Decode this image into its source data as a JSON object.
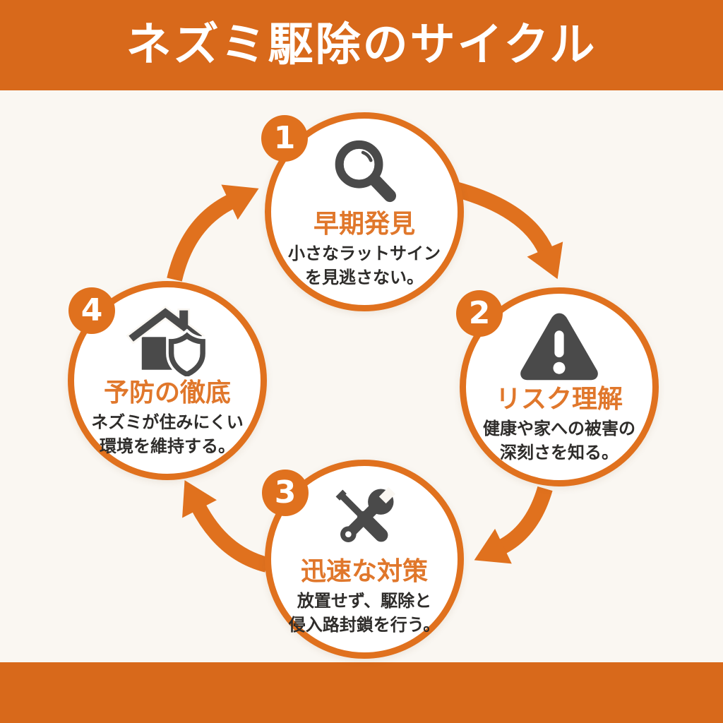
{
  "title": "ネズミ駆除のサイクル",
  "steps": [
    {
      "number": "1",
      "heading": "早期発見",
      "desc_line1": "小さなラットサイン",
      "desc_line2": "を見逃さない。",
      "icon": "magnifier-icon"
    },
    {
      "number": "2",
      "heading": "リスク理解",
      "desc_line1": "健康や家への被害の",
      "desc_line2": "深刻さを知る。",
      "icon": "warning-icon"
    },
    {
      "number": "3",
      "heading": "迅速な対策",
      "desc_line1": "放置せず、駆除と",
      "desc_line2": "侵入路封鎖を行う。",
      "icon": "tools-icon"
    },
    {
      "number": "4",
      "heading": "予防の徹底",
      "desc_line1": "ネズミが住みにくい",
      "desc_line2": "環境を維持する。",
      "icon": "house-shield-icon"
    }
  ],
  "colors": {
    "banner_orange": "#D8691B",
    "accent_orange": "#E0711E",
    "heading_orange": "#E0772B",
    "icon_gray": "#4A4A4A",
    "body_text": "#2E2C2A",
    "background": "#FAF7F2",
    "circle_fill": "#FFFFFF",
    "title_text": "#FFFFFF"
  }
}
